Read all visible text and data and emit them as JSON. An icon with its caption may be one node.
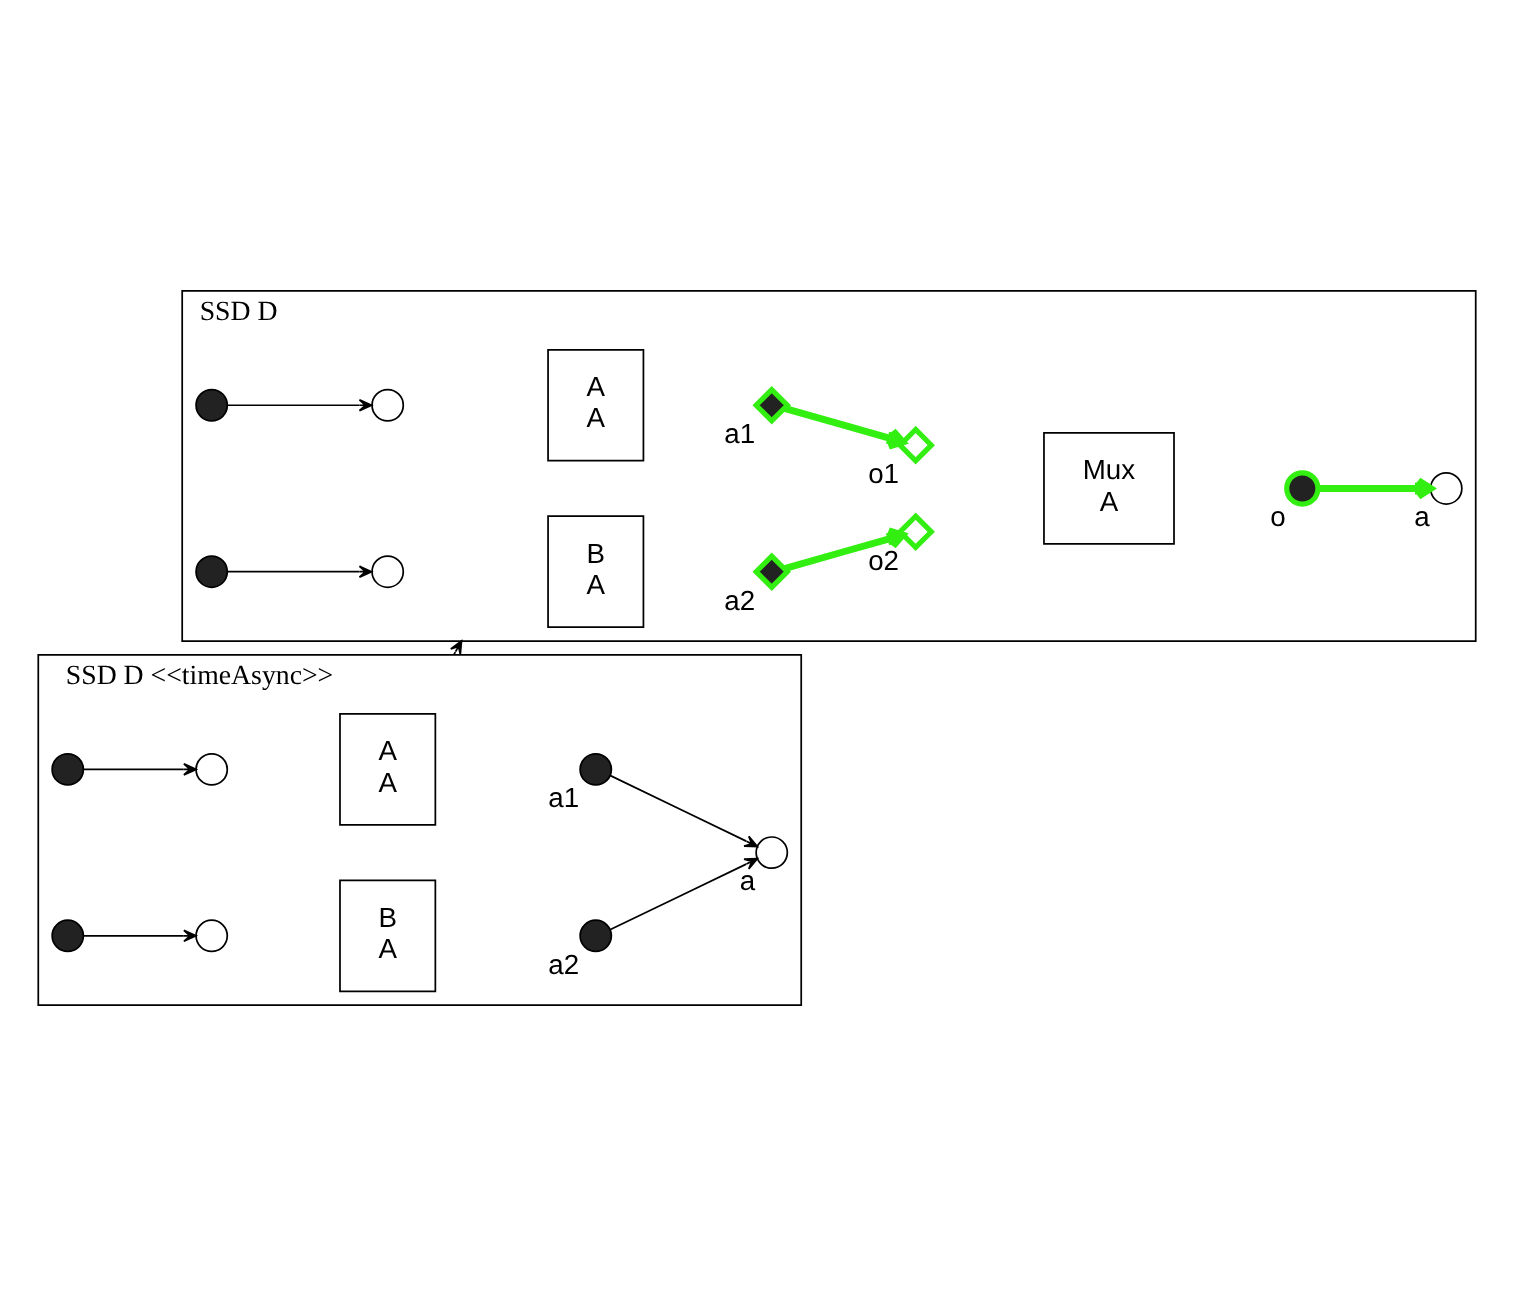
{
  "diagram": {
    "nodes": [
      {
        "text": [
          "SSD D <<timeAsync>>"
        ]
      },
      {
        "text": [
          "A",
          "A"
        ],
        "in": 0
      },
      {
        "text": [],
        "shape": "circle",
        "in": 0
      },
      {
        "text": [],
        "shape": "circle",
        "in": 0,
        "beside": [
          "a1"
        ]
      },
      {
        "text": [
          "B",
          "A"
        ],
        "in": 0
      },
      {
        "text": [],
        "shape": "circle",
        "in": 0
      },
      {
        "text": [],
        "shape": "circle",
        "in": 0,
        "beside": [
          "a2"
        ]
      },
      {
        "text": [],
        "shape": "circle",
        "in": 0
      },
      {
        "text": [],
        "shape": "circle",
        "in": 0
      },
      {
        "text": [],
        "shape": "circle",
        "in": 0,
        "beside": [
          "a"
        ]
      },
      {
        "text": [
          "SSD D"
        ]
      },
      {
        "text": [
          "A",
          "A"
        ],
        "in": 10
      },
      {
        "text": [],
        "shape": "circle",
        "in": 10
      },
      {
        "text": [],
        "shape": "diamond",
        "in": 10,
        "beside": [
          "a1"
        ]
      },
      {
        "text": [],
        "shape": "circle",
        "in": 10
      },
      {
        "text": [
          "B",
          "A"
        ],
        "in": 10
      },
      {
        "text": [],
        "shape": "circle",
        "in": 10
      },
      {
        "text": [],
        "shape": "diamond",
        "in": 10,
        "beside": [
          "a2"
        ]
      },
      {
        "text": [],
        "shape": "circle",
        "in": 10
      },
      {
        "text": [
          "Mux",
          "A"
        ],
        "in": 10
      },
      {
        "text": [],
        "shape": "diamond",
        "in": 10,
        "beside": [
          "o1"
        ]
      },
      {
        "text": [],
        "shape": "diamond",
        "in": 10,
        "beside": [
          "o2"
        ]
      },
      {
        "text": [],
        "shape": "circle",
        "in": 10,
        "beside": [
          "o"
        ]
      },
      {
        "text": [],
        "shape": "circle",
        "in": 10,
        "beside": [
          "a"
        ]
      }
    ],
    "edges": [
      {
        "from": 7,
        "to": 2,
        "arrow": "to"
      },
      {
        "from": 8,
        "to": 5,
        "arrow": "to"
      },
      {
        "from": 3,
        "to": 9,
        "arrow": "to"
      },
      {
        "from": 6,
        "to": 9,
        "arrow": "to"
      },
      {
        "from": 0,
        "to": 10,
        "arrow": "to"
      },
      {
        "from": 14,
        "to": 12,
        "arrow": "to"
      },
      {
        "from": 18,
        "to": 16,
        "arrow": "to"
      },
      {
        "from": 13,
        "to": 20,
        "arrow": "to",
        "style": "thick",
        "color": "#33ee11"
      },
      {
        "from": 17,
        "to": 21,
        "arrow": "to",
        "style": "thick",
        "color": "#33ee11"
      },
      {
        "from": 22,
        "to": 23,
        "arrow": "to",
        "style": "thick",
        "color": "#33ee11"
      }
    ]
  }
}
